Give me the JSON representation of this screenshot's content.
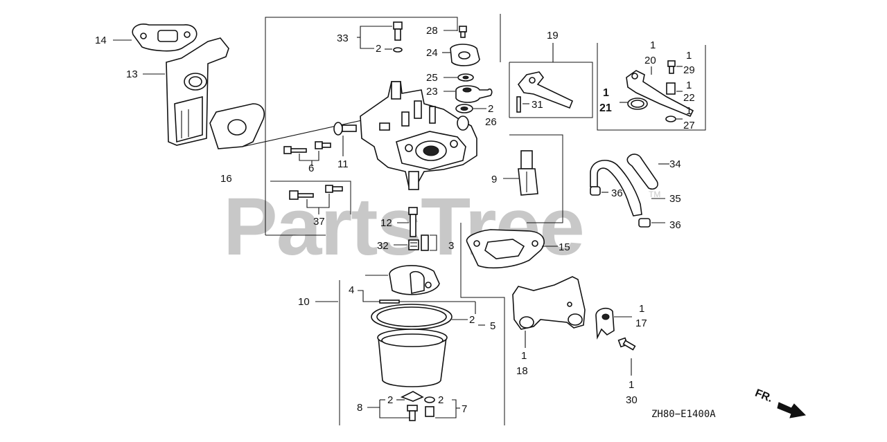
{
  "watermark": {
    "text": "PartsTree",
    "trademark": "TM"
  },
  "diagram_code": "ZH80−E1400A",
  "direction_marker": "FR.",
  "callouts": {
    "c14": "14",
    "c13": "13",
    "c33": "33",
    "c33_q": "2",
    "c28": "28",
    "c24": "24",
    "c25": "25",
    "c23": "23",
    "c26_q": "2",
    "c26": "26",
    "c6": "6",
    "c11": "11",
    "c16": "16",
    "c37": "37",
    "c12": "12",
    "c32": "32",
    "c3": "3",
    "c9": "9",
    "c19": "19",
    "c31": "31",
    "c20_q": "1",
    "c20": "20",
    "c29_q": "1",
    "c29": "29",
    "c22_q": "1",
    "c22": "22",
    "c21_q": "1",
    "c21": "21",
    "c27_q": "1",
    "c27": "27",
    "c34": "34",
    "c36a": "36",
    "c35": "35",
    "c36b": "36",
    "c15": "15",
    "c4": "4",
    "c10": "10",
    "c5_q": "2",
    "c5": "5",
    "c8": "8",
    "c8_q": "2",
    "c7_q": "2",
    "c7": "7",
    "c18_q": "1",
    "c18": "18",
    "c17_q": "1",
    "c17": "17",
    "c30_q": "1",
    "c30": "30"
  }
}
